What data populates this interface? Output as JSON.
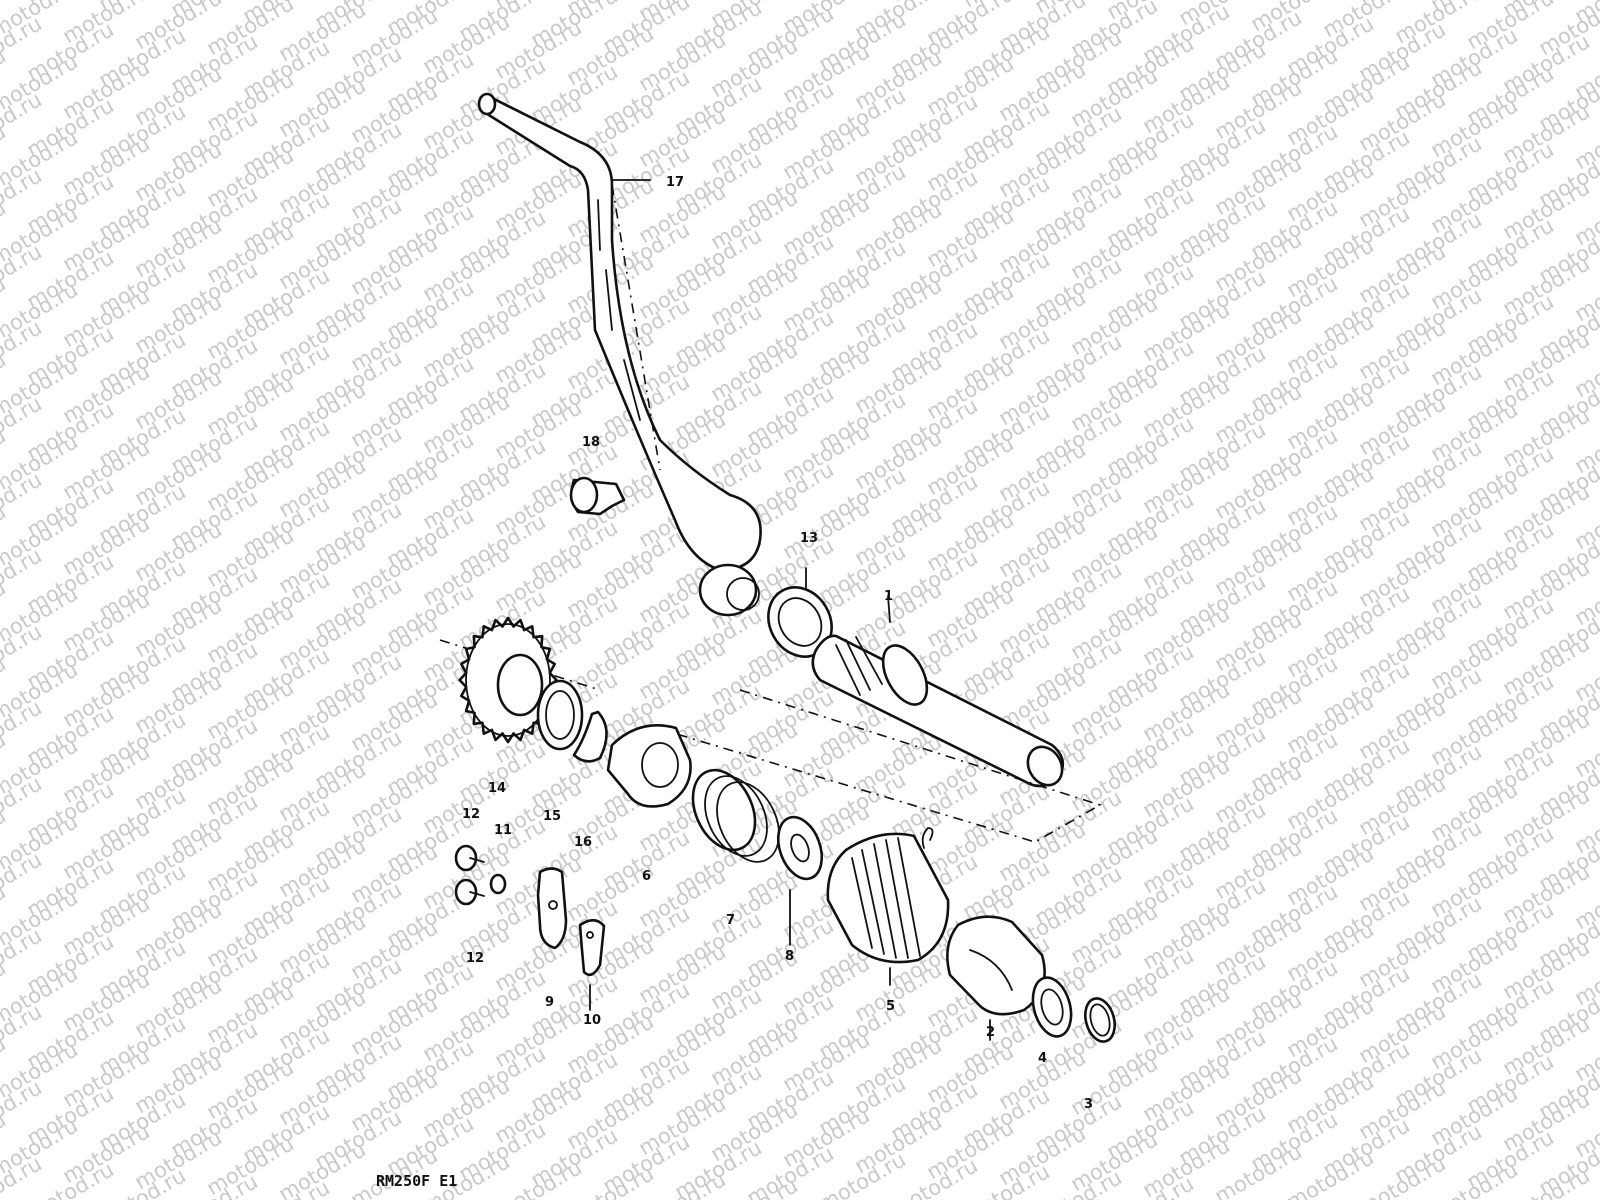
{
  "watermark": {
    "text": "motod.ru"
  },
  "model_code": "RM250F E1",
  "callouts": {
    "c1": "1",
    "c2": "2",
    "c3": "3",
    "c4": "4",
    "c5": "5",
    "c6": "6",
    "c7": "7",
    "c8": "8",
    "c9": "9",
    "c10": "10",
    "c11": "11",
    "c12a": "12",
    "c12b": "12",
    "c13": "13",
    "c14": "14",
    "c15": "15",
    "c16": "16",
    "c17": "17",
    "c18": "18"
  }
}
